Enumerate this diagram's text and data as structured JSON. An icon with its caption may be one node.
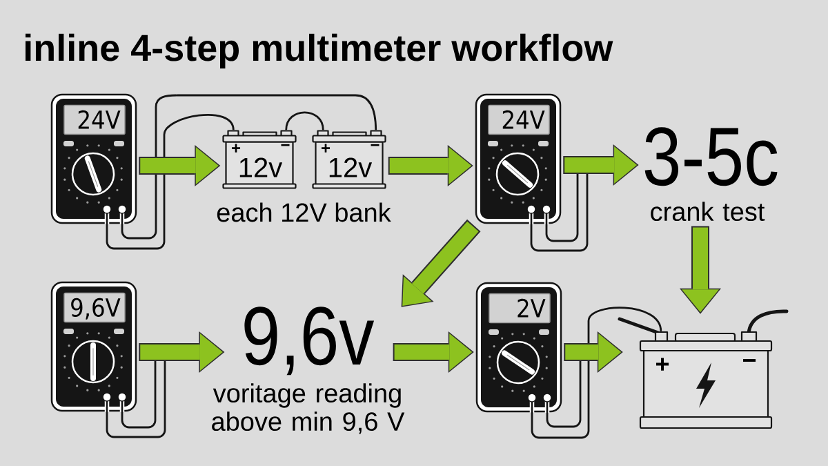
{
  "diagram": {
    "title": "inline 4-step multimeter workflow",
    "nodes": [
      {
        "text": [
          "24V"
        ]
      },
      {
        "text": [
          "+",
          "−",
          "12v"
        ]
      },
      {
        "text": [
          "+",
          "−",
          "12v"
        ]
      },
      {
        "text": [
          "24V"
        ]
      },
      {
        "text": [
          "3-5c"
        ],
        "beside": [
          "crank test"
        ]
      },
      {
        "text": [
          "9,6V"
        ]
      },
      {
        "text": [
          "9,6v"
        ],
        "beside": [
          "voritage reading above min 9,6 V"
        ]
      },
      {
        "text": [
          "2V"
        ]
      },
      {
        "text": [
          "+",
          "−"
        ]
      }
    ],
    "edges": [
      {
        "from": 0,
        "to": 1,
        "arrow": "none",
        "color": "#151515"
      },
      {
        "from": 0,
        "to": 2,
        "arrow": "none",
        "color": "#151515"
      },
      {
        "from": 1,
        "to": 2,
        "arrow": "none",
        "color": "#151515"
      },
      {
        "from": 7,
        "to": 8,
        "arrow": "none",
        "color": "#151515"
      },
      {
        "from": 0,
        "to": 1,
        "arrow": "to"
      },
      {
        "from": 2,
        "to": 3,
        "arrow": "to"
      },
      {
        "from": 3,
        "to": 4,
        "arrow": "to"
      },
      {
        "from": 3,
        "to": 6,
        "arrow": "to"
      },
      {
        "from": 5,
        "to": 6,
        "arrow": "to"
      },
      {
        "from": 6,
        "to": 7,
        "arrow": "to"
      },
      {
        "from": 7,
        "to": 8,
        "arrow": "to"
      },
      {
        "from": 4,
        "to": 8,
        "arrow": "to"
      }
    ],
    "labels": [
      "each 12V bank"
    ]
  }
}
